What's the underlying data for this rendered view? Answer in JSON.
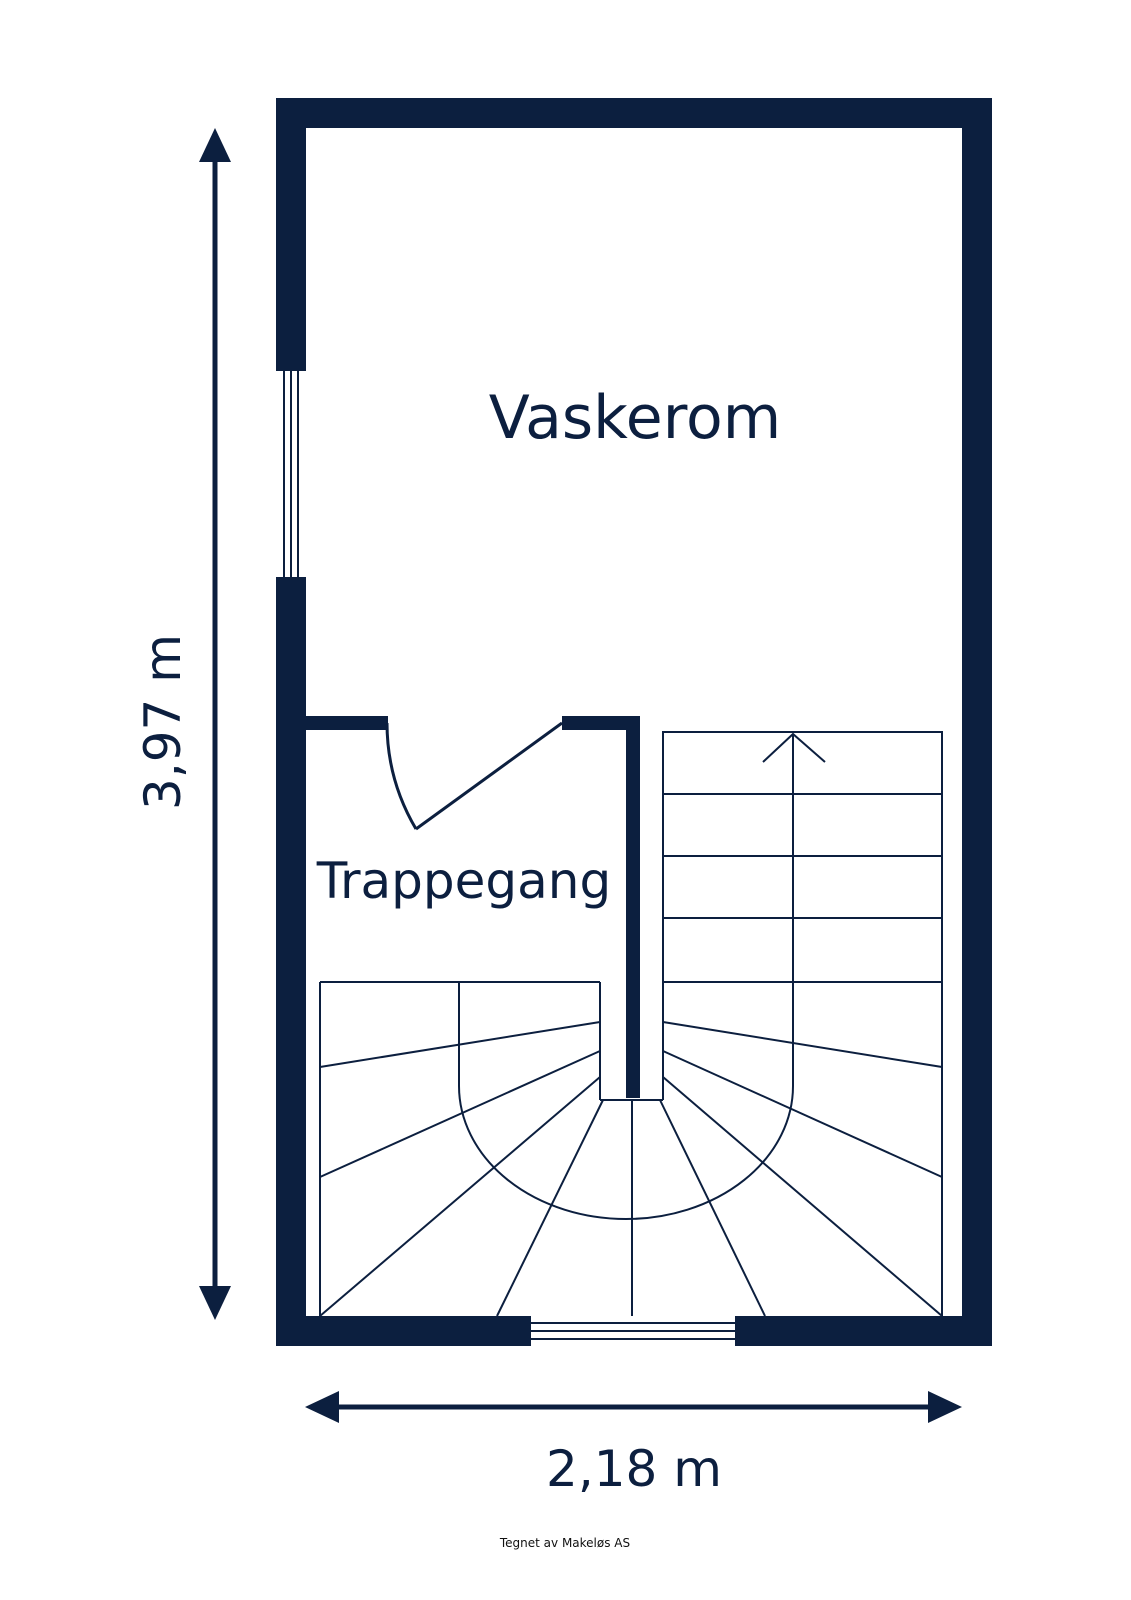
{
  "plan": {
    "rooms": {
      "laundry": "Vaskerom",
      "stairwell": "Trappegang"
    },
    "dimensions": {
      "height": "3,97 m",
      "width": "2,18 m"
    },
    "credit": "Tegnet av Makeløs AS",
    "colors": {
      "wall": "#0c1f3f",
      "line": "#0c1f3f",
      "background": "#ffffff"
    }
  }
}
